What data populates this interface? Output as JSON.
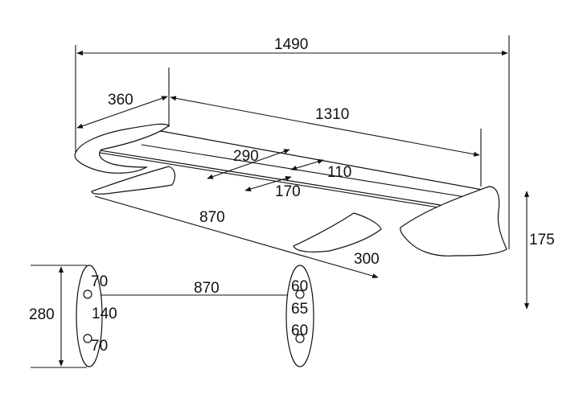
{
  "diagram": {
    "title": "",
    "units": "",
    "dimensions": {
      "overall_width": "1490",
      "end_plate_depth": "360",
      "wing_span": "1310",
      "upper_chord": "290",
      "upper_offset": "110",
      "lower_offset": "170",
      "mount_spacing": "870",
      "mount_length": "300",
      "overall_height": "175",
      "endplate_height": "280",
      "hole_spacing_top": "70",
      "hole_spacing_mid": "140",
      "hole_spacing_bottom": "70",
      "section_spacing": "870",
      "section_top": "60",
      "section_mid": "65",
      "section_bottom": "60"
    },
    "stroke_color": "#111111",
    "background_color": "#ffffff"
  }
}
